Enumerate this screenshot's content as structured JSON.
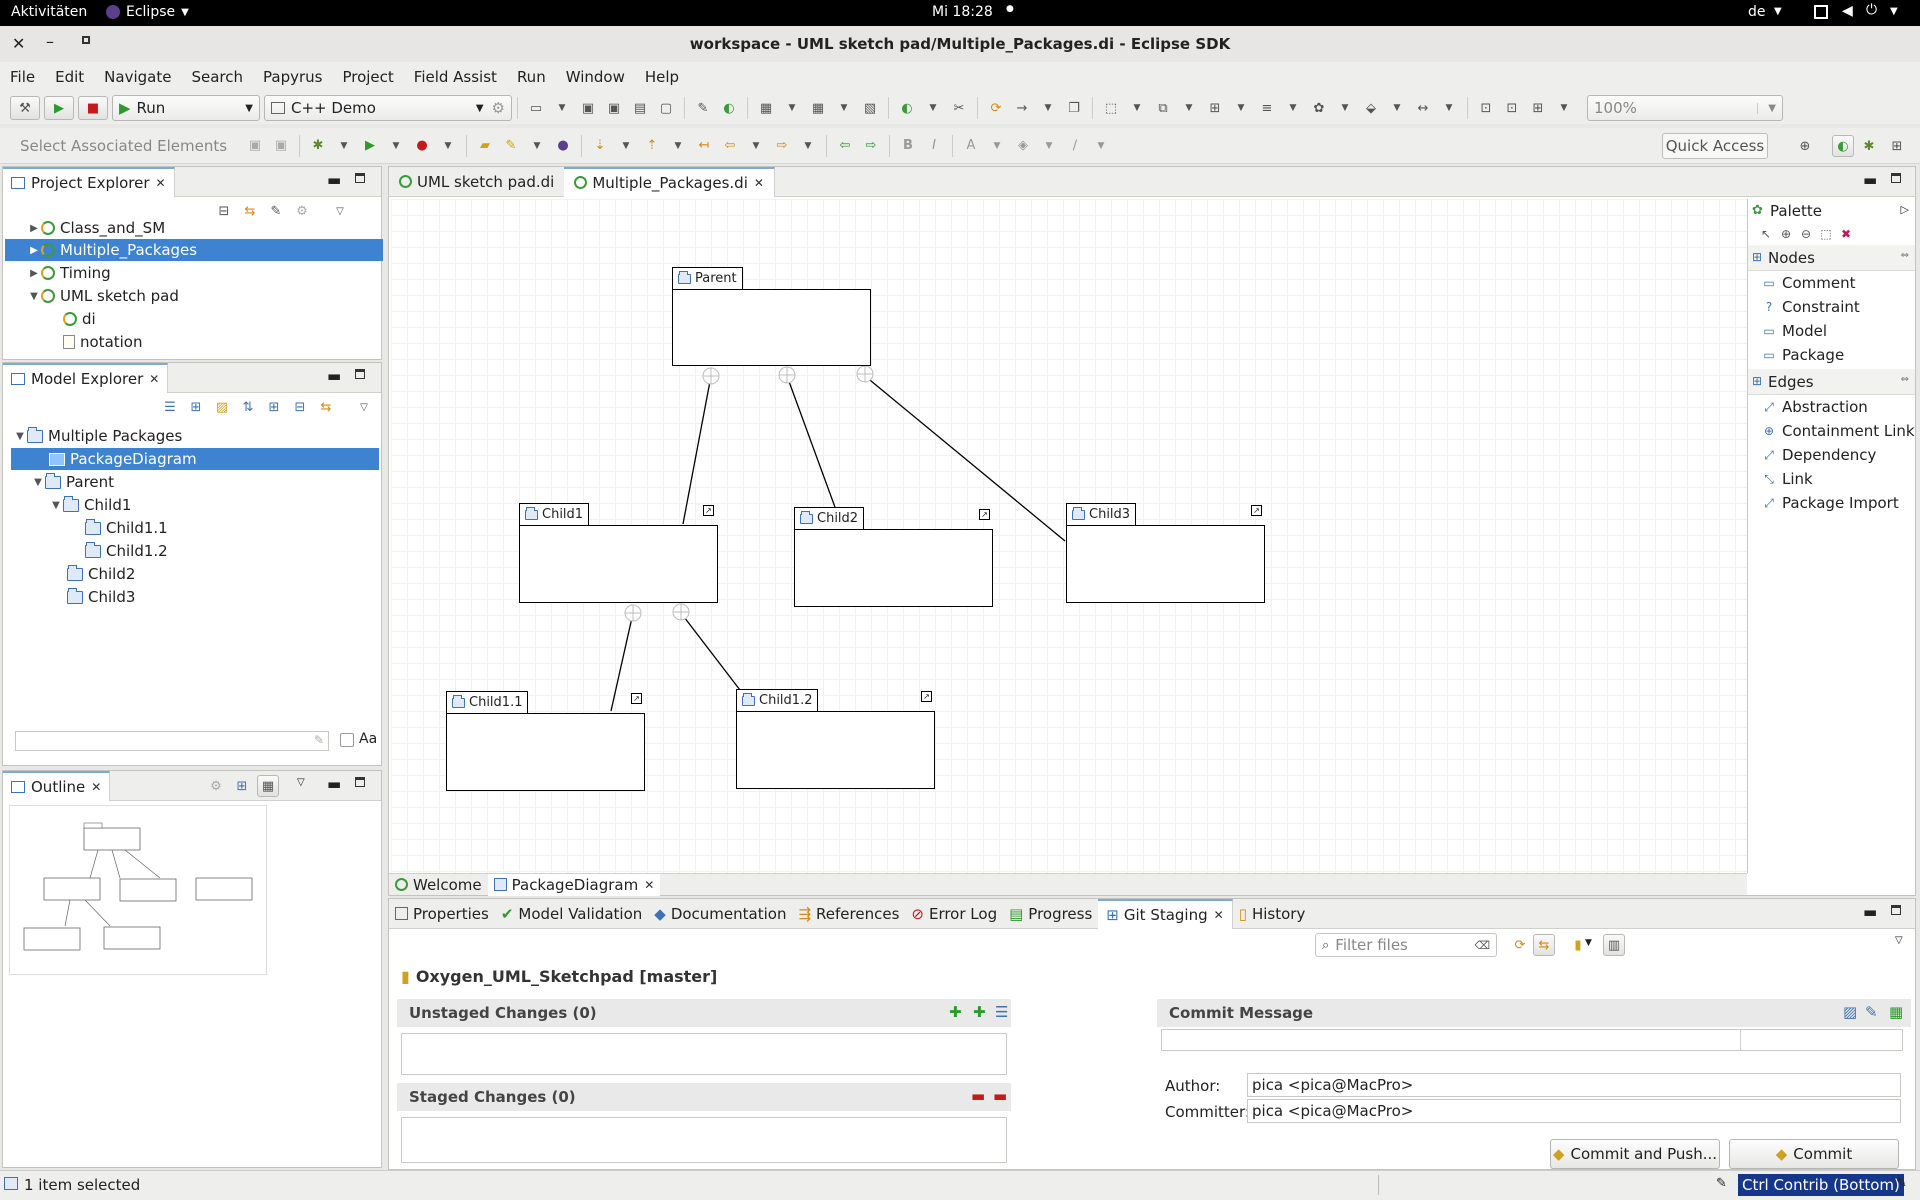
{
  "topbar": {
    "activities": "Aktivitäten",
    "app": "Eclipse",
    "clock": "Mi 18:28",
    "lang": "de"
  },
  "window": {
    "title": "workspace - UML sketch pad/Multiple_Packages.di - Eclipse SDK"
  },
  "menus": [
    "File",
    "Edit",
    "Navigate",
    "Search",
    "Papyrus",
    "Project",
    "Field Assist",
    "Run",
    "Window",
    "Help"
  ],
  "toolbar": {
    "run_config": "Run",
    "launch_target": "C++ Demo",
    "zoom": "100%",
    "select_assoc": "Select Associated Elements",
    "quick_access": "Quick Access"
  },
  "project_explorer": {
    "title": "Project Explorer",
    "items": [
      {
        "label": "Class_and_SM"
      },
      {
        "label": "Multiple_Packages"
      },
      {
        "label": "Timing"
      },
      {
        "label": "UML sketch pad"
      },
      {
        "label": "di"
      },
      {
        "label": "notation"
      }
    ]
  },
  "model_explorer": {
    "title": "Model Explorer",
    "items": [
      {
        "label": "Multiple Packages"
      },
      {
        "label": "PackageDiagram"
      },
      {
        "label": "Parent"
      },
      {
        "label": "Child1"
      },
      {
        "label": "Child1.1"
      },
      {
        "label": "Child1.2"
      },
      {
        "label": "Child2"
      },
      {
        "label": "Child3"
      }
    ],
    "case_label": "Aa"
  },
  "outline": {
    "title": "Outline"
  },
  "editor": {
    "tabs": [
      "UML sketch pad.di",
      "Multiple_Packages.di"
    ],
    "bottom_tabs": [
      "Welcome",
      "PackageDiagram"
    ],
    "packages": {
      "parent": "Parent",
      "child1": "Child1",
      "child2": "Child2",
      "child3": "Child3",
      "child11": "Child1.1",
      "child12": "Child1.2"
    }
  },
  "palette": {
    "title": "Palette",
    "nodes_title": "Nodes",
    "nodes": [
      "Comment",
      "Constraint",
      "Model",
      "Package"
    ],
    "edges_title": "Edges",
    "edges": [
      "Abstraction",
      "Containment Link",
      "Dependency",
      "Link",
      "Package Import"
    ]
  },
  "bottom": {
    "tabs": [
      "Properties",
      "Model Validation",
      "Documentation",
      "References",
      "Error Log",
      "Progress",
      "Git Staging",
      "History"
    ],
    "filter_placeholder": "Filter files",
    "repo": "Oxygen_UML_Sketchpad [master]",
    "unstaged": "Unstaged Changes (0)",
    "staged": "Staged Changes (0)",
    "commit_message": "Commit Message",
    "author_label": "Author:",
    "author": "pica <pica@MacPro>",
    "committer_label": "Committer:",
    "committer": "pica <pica@MacPro>",
    "commit_push": "Commit and Push...",
    "commit": "Commit"
  },
  "status": {
    "left": "1 item selected",
    "right": "Ctrl Contrib (Bottom)"
  }
}
